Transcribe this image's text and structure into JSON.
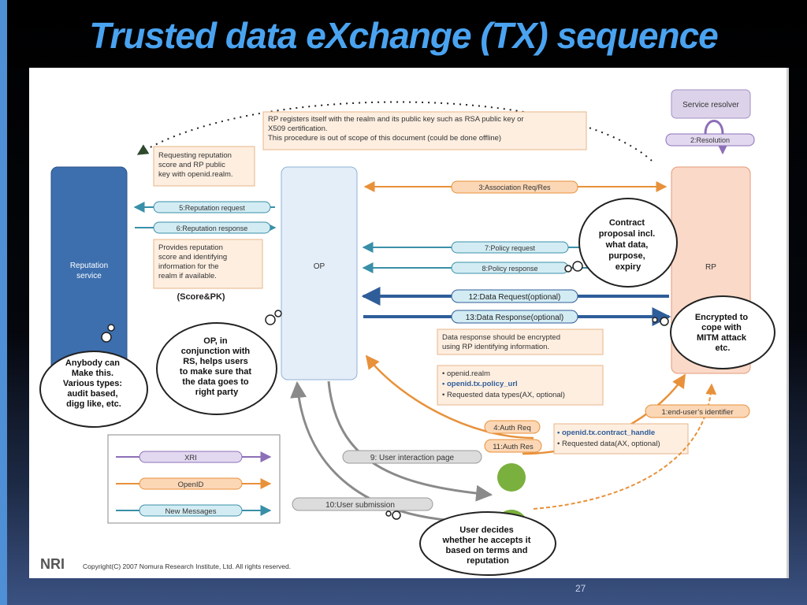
{
  "slide": {
    "title": "Trusted data eXchange (TX) sequence",
    "page_number": "27"
  },
  "entities": {
    "reputation": "Reputation\nservice",
    "op": "OP",
    "rp": "RP",
    "service_resolver": "Service resolver"
  },
  "messages": {
    "resolution": "2:Resolution",
    "association": "3:Association Req/Res",
    "reputation_request": "5:Reputation request",
    "reputation_response": "6:Reputation response",
    "policy_request": "7:Policy request",
    "policy_response": "8:Policy response",
    "data_request": "12:Data Request(optional)",
    "data_response": "13:Data Response(optional)",
    "auth_req": "4:Auth Req",
    "auth_res": "11:Auth Res",
    "end_user_id": "1:end-user’s identifier",
    "user_interaction": "9: User interaction page",
    "user_submission": "10:User submission"
  },
  "notes": {
    "rp_register": "RP registers itself with the realm and its public key such as RSA public key or\nX509 certification.\nThis procedure is out of scope of this document (could be done offline)",
    "requesting_reputation": "Requesting reputation\nscore and RP public\nkey with openid.realm.",
    "provides_reputation": "Provides reputation\nscore and identifying\ninformation for the\nrealm if available.",
    "score_pk": "(Score&PK)",
    "data_response_encrypted": "Data response should be encrypted\nusing RP identifying information.",
    "auth_params": [
      {
        "text": "• openid.realm",
        "emphasis": false
      },
      {
        "text": "• openid.tx.policy_url",
        "emphasis": true
      },
      {
        "text": "• Requested data types(AX, optional)",
        "emphasis": false
      }
    ],
    "res_params": [
      {
        "text": "• openid.tx.contract_handle",
        "emphasis": true
      },
      {
        "text": "• Requested data(AX, optional)",
        "emphasis": false
      }
    ]
  },
  "bubbles": {
    "contract": "Contract\nproposal incl.\nwhat data,\npurpose,\nexpiry",
    "encrypted": "Encrypted to\ncope with\nMITM attack\netc.",
    "anybody": "Anybody can\nMake this.\nVarious types:\naudit based,\ndigg like, etc.",
    "op_conjunction": "OP, in\nconjunction with\nRS, helps users\nto make sure that\nthe data goes to\nright party",
    "user_decides": "User decides\nwhether he accepts it\nbased on terms and\nreputation"
  },
  "legend": {
    "items": [
      {
        "label": "XRI",
        "color": "#8c6fb8",
        "fill": "#e2d8f0"
      },
      {
        "label": "OpenID",
        "color": "#e8913a",
        "fill": "#fbd7b6"
      },
      {
        "label": "New Messages",
        "color": "#3a8fa8",
        "fill": "#d3ecf3"
      }
    ]
  },
  "footer": {
    "logo": "NRI",
    "copyright": "Copyright(C) 2007 Nomura Research Institute, Ltd. All rights reserved."
  },
  "colors": {
    "title": "#4aa3f0",
    "openid_orange": "#e8913a",
    "new_msg_teal": "#3a8fa8",
    "dark_blue": "#2f5d9a",
    "gray_arrow": "#8a8a8a",
    "reputation_fill": "#3d6fae",
    "op_fill": "#e4eef8",
    "rp_fill": "#fbd9c8",
    "resolver_fill": "#dcd3ea",
    "user_green": "#7ab03d"
  }
}
